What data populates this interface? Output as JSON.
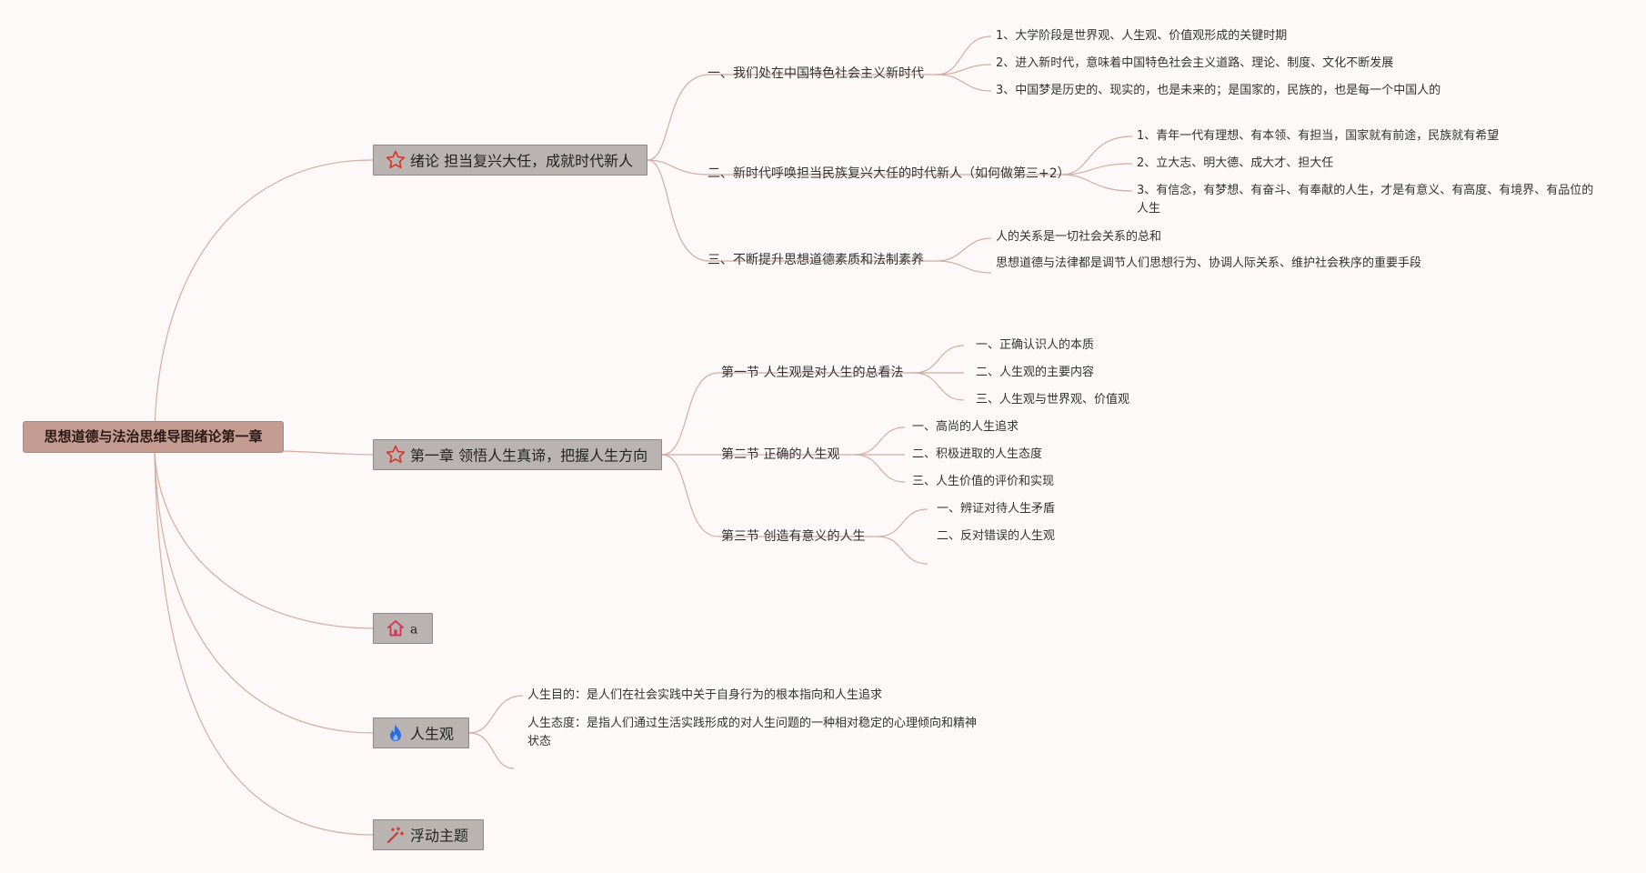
{
  "root": {
    "label": "思想道德与法治思维导图绪论第一章"
  },
  "topics": [
    {
      "label": "绪论 担当复兴大任，成就时代新人",
      "icon": "star-icon",
      "children": [
        {
          "label": "一、我们处在中国特色社会主义新时代",
          "children": [
            "1、大学阶段是世界观、人生观、价值观形成的关键时期",
            "2、进入新时代，意味着中国特色社会主义道路、理论、制度、文化不断发展",
            "3、中国梦是历史的、现实的，也是未来的；是国家的，民族的，也是每一个中国人的"
          ]
        },
        {
          "label": "二、新时代呼唤担当民族复兴大任的时代新人（如何做第三+2）",
          "children": [
            "1、青年一代有理想、有本领、有担当，国家就有前途，民族就有希望",
            "2、立大志、明大德、成大才、担大任",
            "3、有信念，有梦想、有奋斗、有奉献的人生，才是有意义、有高度、有境界、有品位的人生"
          ]
        },
        {
          "label": "三、不断提升思想道德素质和法制素养",
          "children": [
            "人的关系是一切社会关系的总和",
            "思想道德与法律都是调节人们思想行为、协调人际关系、维护社会秩序的重要手段"
          ]
        }
      ]
    },
    {
      "label": "第一章 领悟人生真谛，把握人生方向",
      "icon": "star-icon",
      "children": [
        {
          "label": "第一节 人生观是对人生的总看法",
          "children": [
            "一、正确认识人的本质",
            "二、人生观的主要内容",
            "三、人生观与世界观、价值观"
          ]
        },
        {
          "label": "第二节 正确的人生观",
          "children": [
            "一、高尚的人生追求",
            "二、积极进取的人生态度",
            "三、人生价值的评价和实现"
          ]
        },
        {
          "label": "第三节 创造有意义的人生",
          "children": [
            "一、辨证对待人生矛盾",
            "二、反对错误的人生观"
          ]
        }
      ]
    },
    {
      "label": "a",
      "icon": "home-icon",
      "children": []
    },
    {
      "label": "人生观",
      "icon": "flame-icon",
      "children": [
        {
          "label": "人生目的：是人们在社会实践中关于自身行为的根本指向和人生追求",
          "children": []
        },
        {
          "label": "人生态度：是指人们通过生活实践形成的对人生问题的一种相对稳定的心理倾向和精神状态",
          "children": []
        }
      ]
    },
    {
      "label": "浮动主题",
      "icon": "magic-wand-icon",
      "children": []
    }
  ],
  "colors": {
    "line": "#d3aca3",
    "root_fill": "#c59c92",
    "topic_fill": "#b9b3b1",
    "star": "#d6352b",
    "home": "#d23a57",
    "flame": "#2f6bd8",
    "wand": "#d6352b"
  }
}
